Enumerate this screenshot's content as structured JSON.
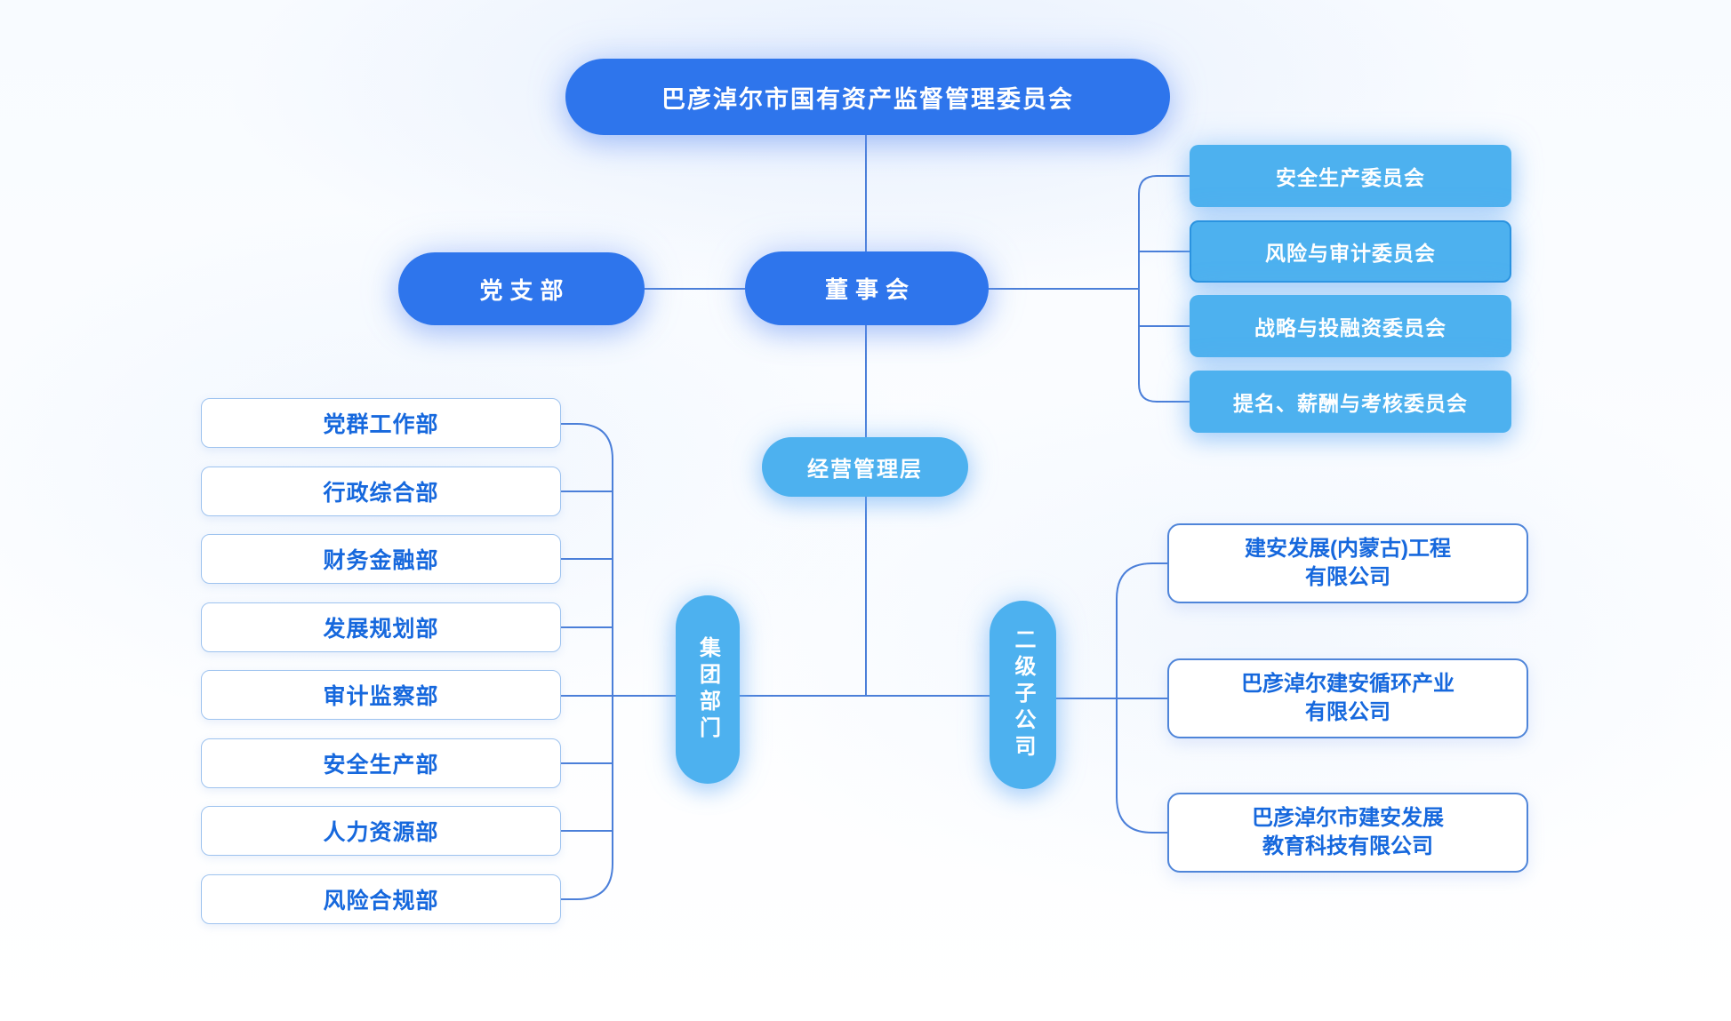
{
  "chart": {
    "type": "org-chart",
    "root": "巴彦淖尔市国有资产监督管理委员会",
    "party_branch": "党支部",
    "board": "董事会",
    "management": "经营管理层",
    "committees": [
      "安全生产委员会",
      "风险与审计委员会",
      "战略与投融资委员会",
      "提名、薪酬与考核委员会"
    ],
    "dept_group_label": "集团部门",
    "departments": [
      "党群工作部",
      "行政综合部",
      "财务金融部",
      "发展规划部",
      "审计监察部",
      "安全生产部",
      "人力资源部",
      "风险合规部"
    ],
    "subsidiary_group_label": "二级子公司",
    "subsidiaries": [
      {
        "line1": "建安发展(内蒙古)工程",
        "line2": "有限公司"
      },
      {
        "line1": "巴彦淖尔建安循环产业",
        "line2": "有限公司"
      },
      {
        "line1": "巴彦淖尔市建安发展",
        "line2": "教育科技有限公司"
      }
    ],
    "colors": {
      "primary_blue": "#2e75ec",
      "light_blue": "#4db1ef",
      "outline_blue": "#2a93e0",
      "text_blue": "#1668dd",
      "box_border_light": "#9ec3ef",
      "box_border_strong": "#4f85d9",
      "connector": "#4b7fd9"
    }
  }
}
